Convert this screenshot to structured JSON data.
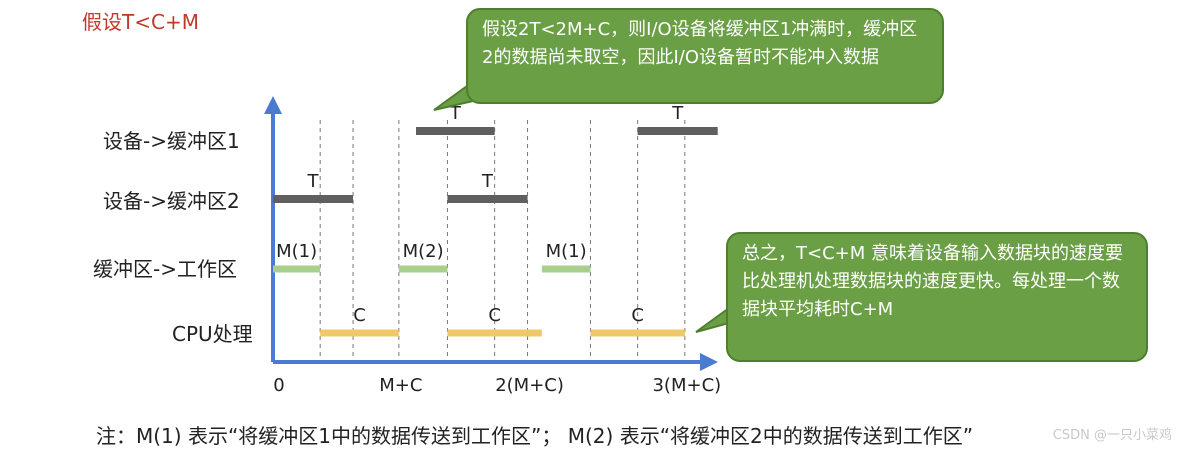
{
  "title": "假设T<C+M",
  "rows": [
    {
      "label": "设备->缓冲区1"
    },
    {
      "label": "设备->缓冲区2"
    },
    {
      "label": "缓冲区->工作区"
    },
    {
      "label": "CPU处理"
    }
  ],
  "segments": [
    {
      "row": 0,
      "start": 1.0,
      "end": 1.55,
      "label": "T",
      "color": "#5f5f5f"
    },
    {
      "row": 0,
      "start": 2.55,
      "end": 3.11,
      "label": "T",
      "color": "#5f5f5f"
    },
    {
      "row": 1,
      "start": 0.0,
      "end": 0.56,
      "label": "T",
      "color": "#5f5f5f"
    },
    {
      "row": 1,
      "start": 1.22,
      "end": 1.78,
      "label": "T",
      "color": "#5f5f5f"
    },
    {
      "row": 2,
      "start": 0.0,
      "end": 0.33,
      "label": "M(1)",
      "color": "#a9cf8c"
    },
    {
      "row": 2,
      "start": 0.88,
      "end": 1.22,
      "label": "M(2)",
      "color": "#a9cf8c"
    },
    {
      "row": 2,
      "start": 1.88,
      "end": 2.22,
      "label": "M(1)",
      "color": "#a9cf8c"
    },
    {
      "row": 3,
      "start": 0.33,
      "end": 0.88,
      "label": "C",
      "color": "#f0c86a"
    },
    {
      "row": 3,
      "start": 1.22,
      "end": 1.88,
      "label": "C",
      "color": "#f0c86a"
    },
    {
      "row": 3,
      "start": 2.22,
      "end": 2.88,
      "label": "C",
      "color": "#f0c86a"
    }
  ],
  "dashed_lines": [
    0.33,
    0.56,
    0.88,
    1.22,
    1.55,
    1.78,
    2.22,
    2.55,
    2.88
  ],
  "x_ticks": [
    {
      "value": 0.0,
      "label": "0"
    },
    {
      "value": 0.88,
      "label": "M+C"
    },
    {
      "value": 1.78,
      "label": "2(M+C)"
    },
    {
      "value": 2.88,
      "label": "3(M+C)"
    }
  ],
  "callout_top": "假设2T<2M+C，则I/O设备将缓冲区1冲满时，缓冲区2的数据尚未取空，因此I/O设备暂时不能冲入数据",
  "callout_right": "总之，T<C+M 意味着设备输入数据块的速度要比处理机处理数据块的速度更快。每处理一个数据块平均耗时C+M",
  "footnote": "注：M(1) 表示“将缓冲区1中的数据传送到工作区”； M(2) 表示“将缓冲区2中的数据传送到工作区”",
  "watermark": "CSDN @一只小菜鸡"
}
